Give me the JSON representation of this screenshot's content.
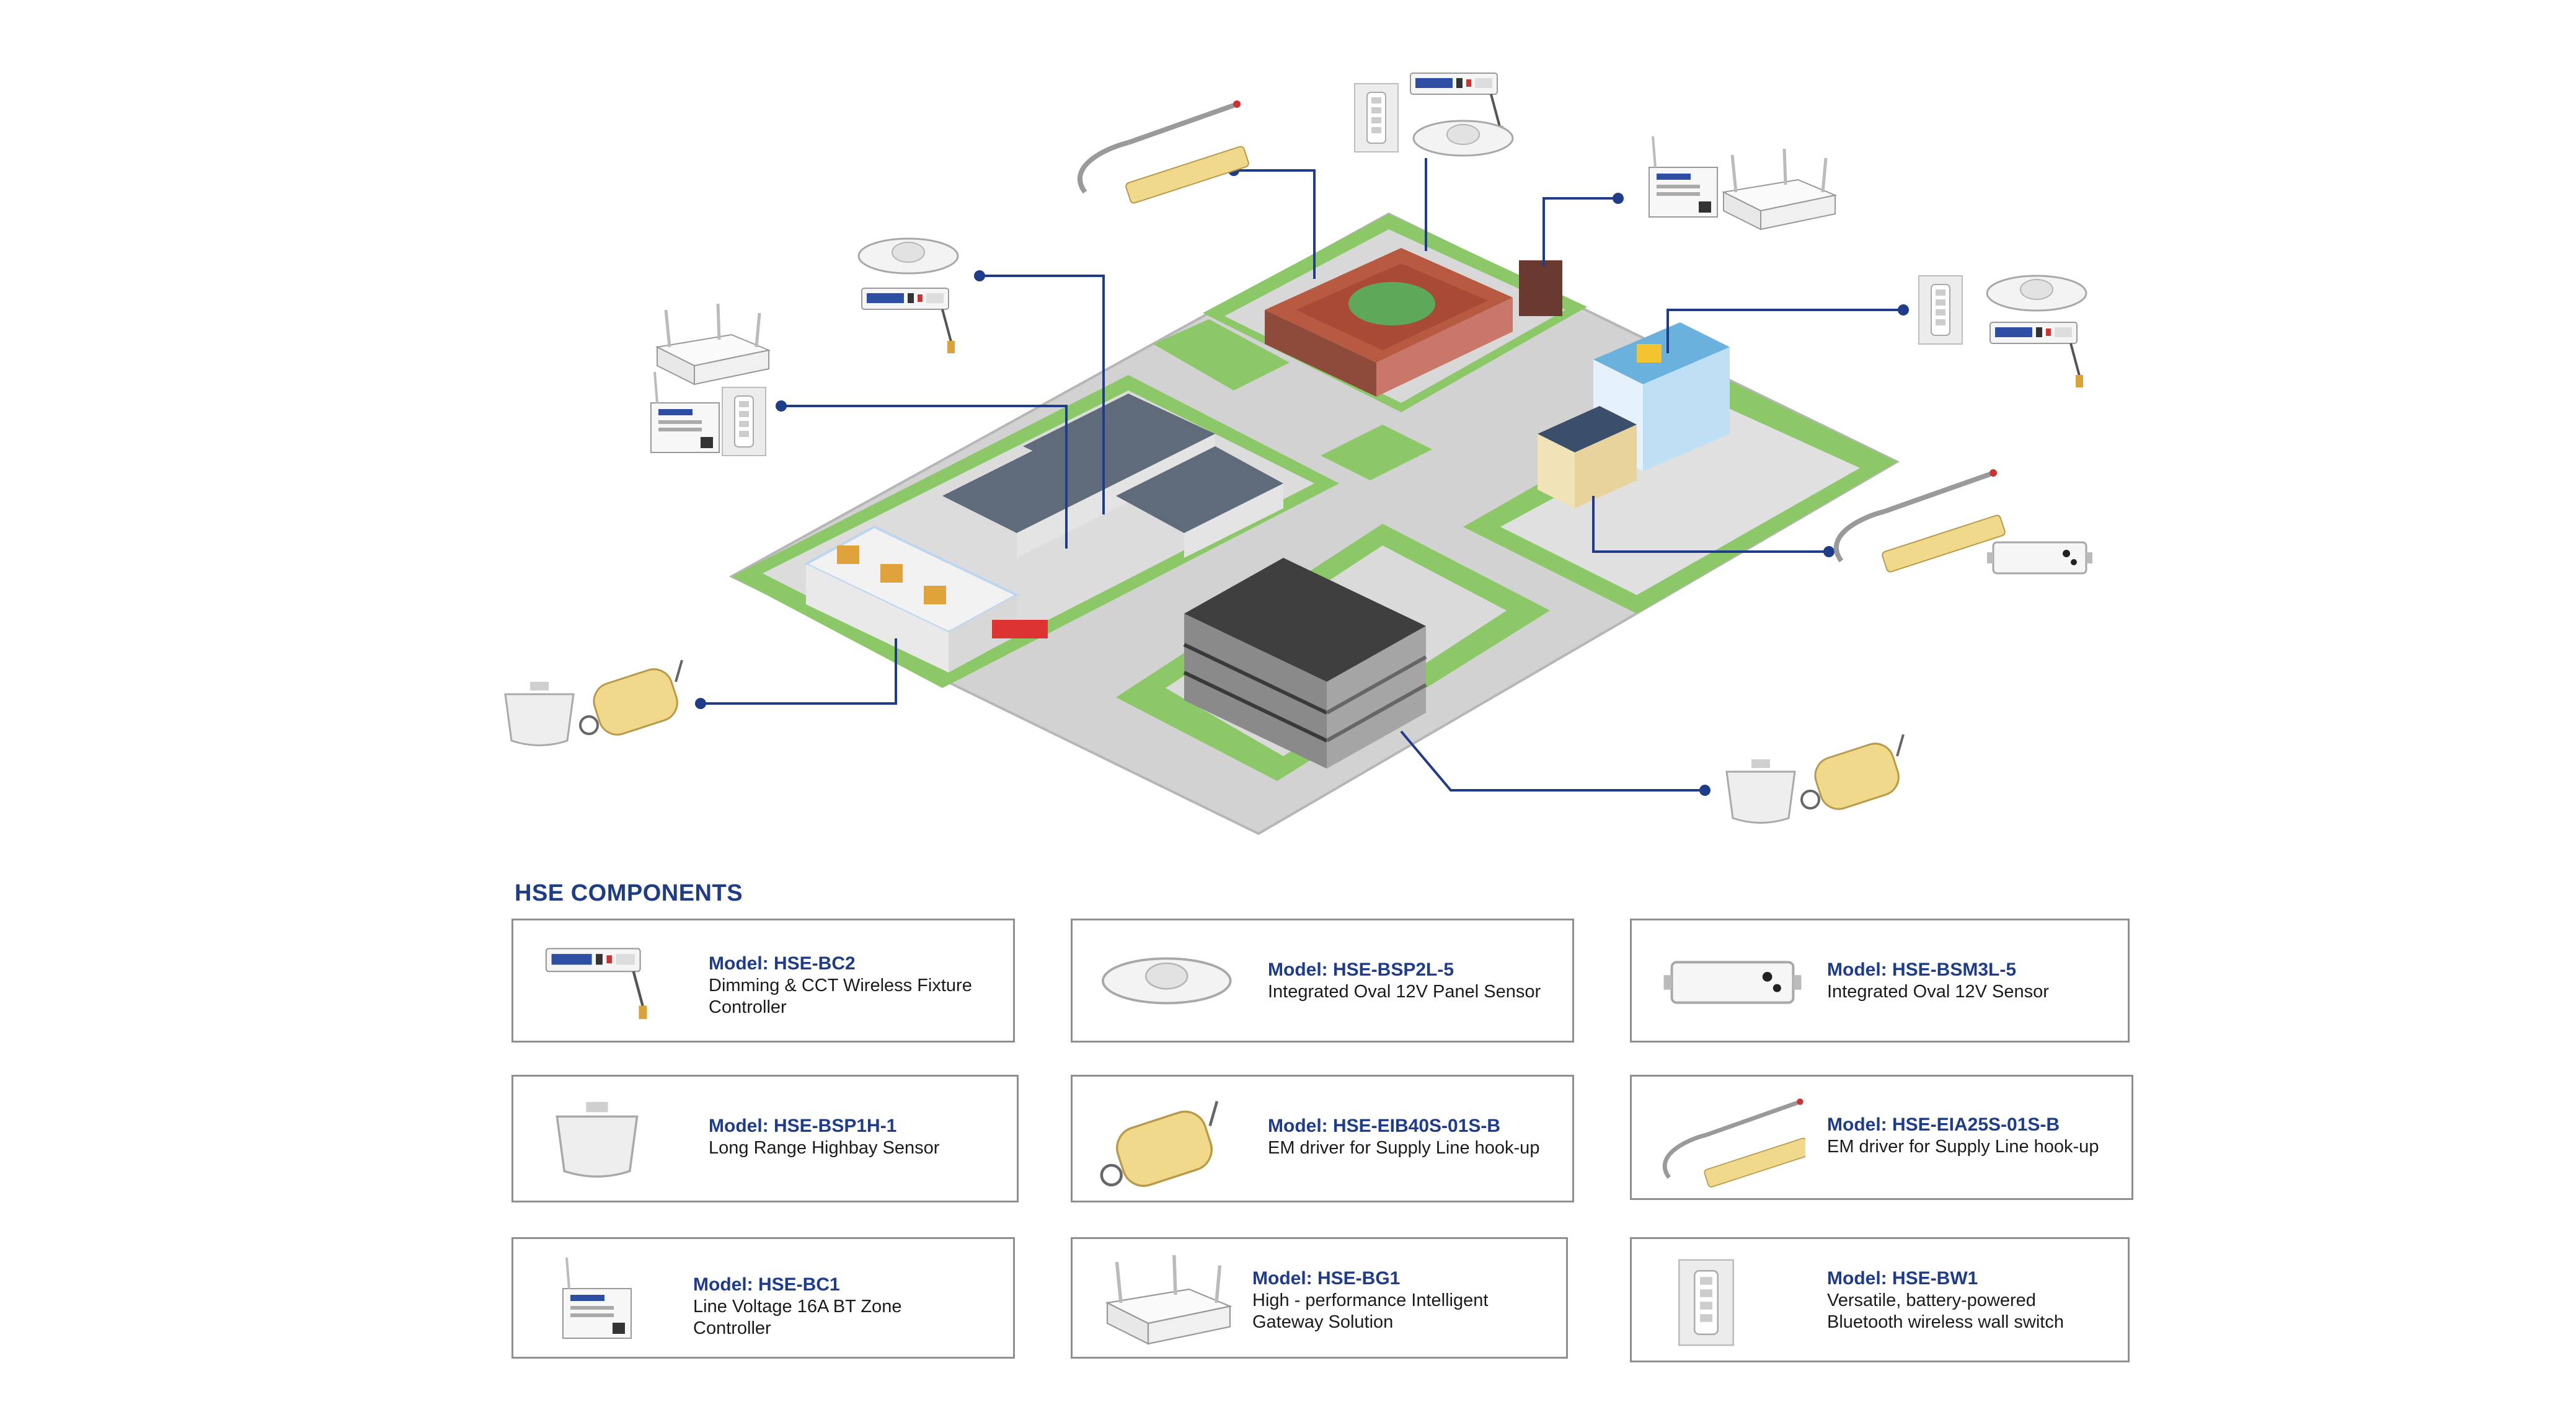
{
  "header": {
    "title": "HSE COMPONENTS"
  },
  "components": [
    {
      "model": "Model: HSE-BC2",
      "description": "Dimming & CCT Wireless Fixture\nController",
      "icon": "fixture-controller-icon"
    },
    {
      "model": "Model: HSE-BSP2L-5",
      "description": "Integrated Oval 12V Panel Sensor",
      "icon": "oval-panel-sensor-icon"
    },
    {
      "model": "Model: HSE-BSM3L-5",
      "description": "Integrated Oval 12V Sensor",
      "icon": "oval-sensor-icon"
    },
    {
      "model": "Model: HSE-BSP1H-1",
      "description": "Long Range Highbay Sensor",
      "icon": "highbay-sensor-icon"
    },
    {
      "model": "Model: HSE-EIB40S-01S-B",
      "description": "EM driver for Supply Line hook-up",
      "icon": "em-driver-yellow-icon"
    },
    {
      "model": "Model: HSE-EIA25S-01S-B",
      "description": "EM driver for Supply Line hook-up",
      "icon": "em-driver-linear-icon"
    },
    {
      "model": "Model: HSE-BC1",
      "description": "Line Voltage 16A BT Zone\nController",
      "icon": "zone-controller-icon"
    },
    {
      "model": "Model: HSE-BG1",
      "description": "High - performance Intelligent\nGateway Solution",
      "icon": "gateway-icon"
    },
    {
      "model": "Model: HSE-BW1",
      "description": "Versatile, battery-powered\nBluetooth wireless wall switch",
      "icon": "wall-switch-icon"
    }
  ],
  "colors": {
    "accent": "#1f3c88",
    "connector": "#1f3c88",
    "grass": "#8cc867",
    "road": "#c8c8c8",
    "card_border": "#8f8f8f",
    "driver_yellow": "#f0d98a"
  }
}
